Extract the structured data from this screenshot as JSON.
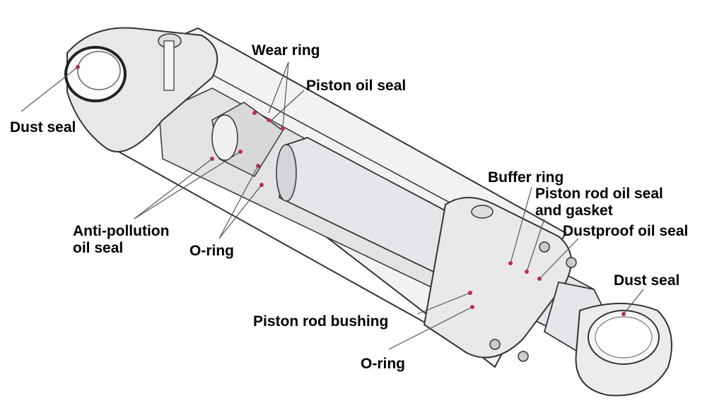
{
  "diagram": {
    "colors": {
      "body_fill": "#f2f2f2",
      "section_fill": "#e3e3e3",
      "rod_fill": "#e6e6ea",
      "line": "#333333",
      "leader": "#555555",
      "seal_dot": "#c0304a"
    },
    "labels": {
      "dust_seal_left": "Dust seal",
      "wear_ring": "Wear ring",
      "piston_oil_seal": "Piston oil seal",
      "anti_pollution_1": "Anti-pollution",
      "anti_pollution_2": "oil seal",
      "o_ring_left": "O-ring",
      "buffer_ring": "Buffer ring",
      "piston_rod_oil_seal_1": "Piston rod oil seal",
      "piston_rod_oil_seal_2": "and gasket",
      "dustproof_oil_seal": "Dustproof oil seal",
      "dust_seal_right": "Dust seal",
      "piston_rod_bushing": "Piston rod bushing",
      "o_ring_bottom": "O-ring"
    }
  }
}
